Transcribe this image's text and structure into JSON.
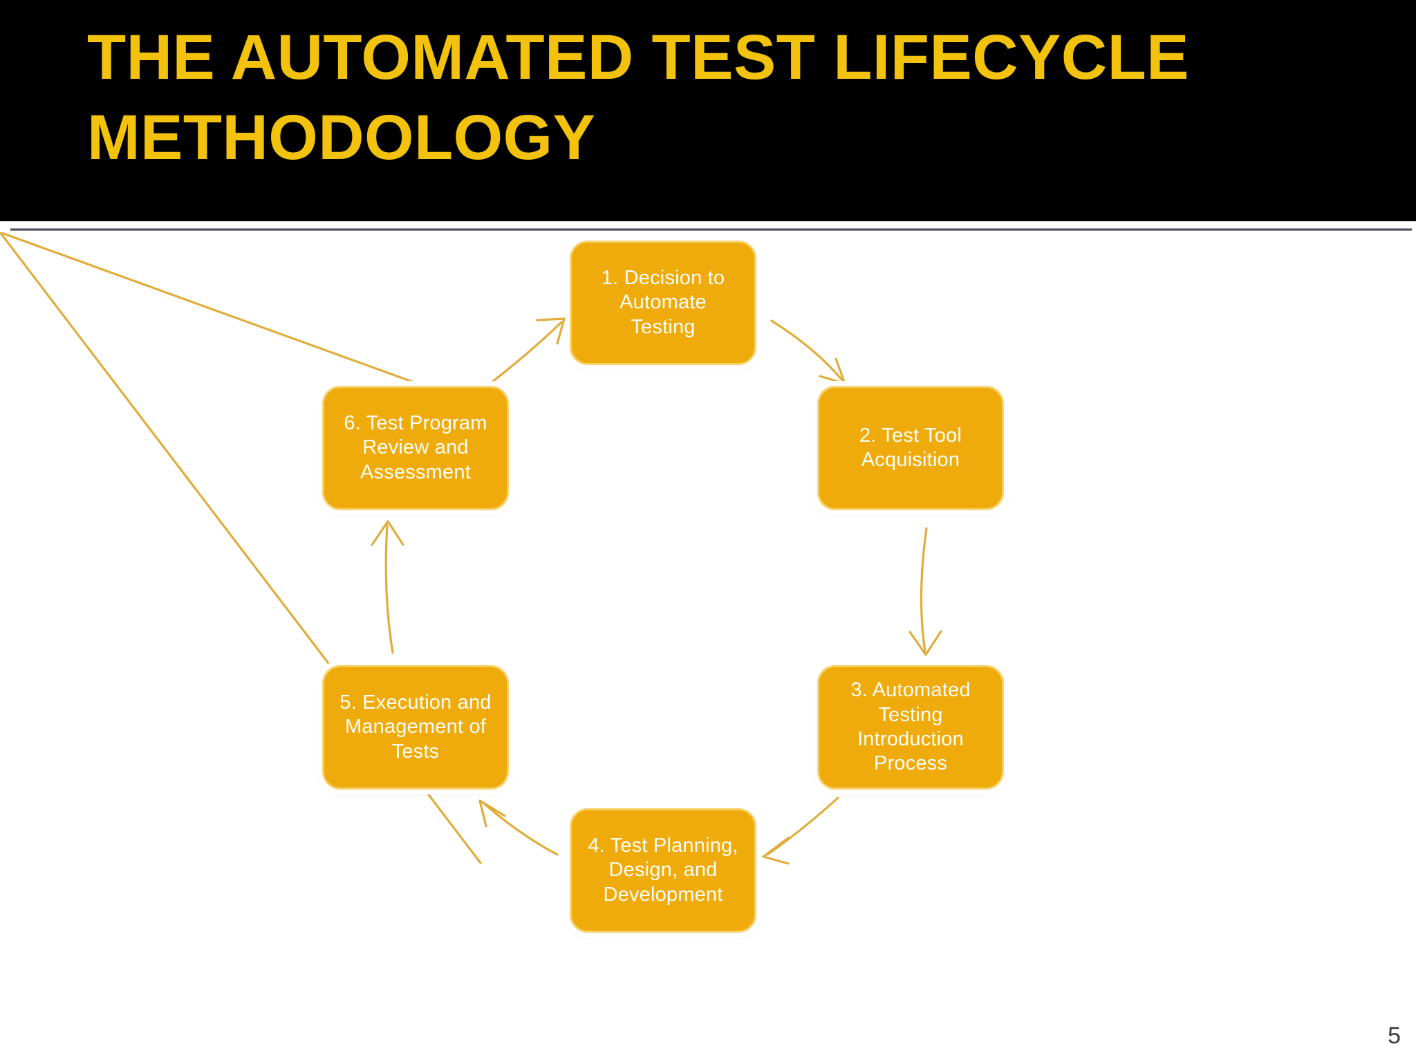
{
  "slide": {
    "title": "THE AUTOMATED TEST LIFECYCLE\nMETHODOLOGY",
    "page_number": "5",
    "colors": {
      "title_band_background": "#000000",
      "title_text": "#F2C20C",
      "node_fill": "#EFAB0B",
      "node_border": "#F6D16A",
      "node_text": "#FFFDF6",
      "arrow": "#E0AD3B",
      "page_background": "#FFFFFF",
      "header_rule": "#5A5563",
      "page_number_text": "#3B3B3B"
    }
  },
  "diagram": {
    "type": "cycle",
    "direction": "clockwise",
    "node_count": 6,
    "nodes": [
      {
        "id": 1,
        "label": "1. Decision to\nAutomate\nTesting",
        "position": "top"
      },
      {
        "id": 2,
        "label": "2. Test Tool\nAcquisition",
        "position": "upper-right"
      },
      {
        "id": 3,
        "label": "3. Automated\nTesting\nIntroduction\nProcess",
        "position": "lower-right"
      },
      {
        "id": 4,
        "label": "4. Test Planning,\nDesign, and\nDevelopment",
        "position": "bottom"
      },
      {
        "id": 5,
        "label": "5. Execution and\nManagement of\nTests",
        "position": "lower-left"
      },
      {
        "id": 6,
        "label": "6. Test Program\nReview and\nAssessment",
        "position": "upper-left"
      }
    ],
    "connections": [
      {
        "from": 1,
        "to": 2,
        "style": "curved-arrow"
      },
      {
        "from": 2,
        "to": 3,
        "style": "curved-arrow"
      },
      {
        "from": 3,
        "to": 4,
        "style": "curved-arrow"
      },
      {
        "from": 4,
        "to": 5,
        "style": "curved-arrow"
      },
      {
        "from": 5,
        "to": 6,
        "style": "curved-arrow"
      },
      {
        "from": 6,
        "to": 1,
        "style": "curved-arrow"
      }
    ]
  }
}
